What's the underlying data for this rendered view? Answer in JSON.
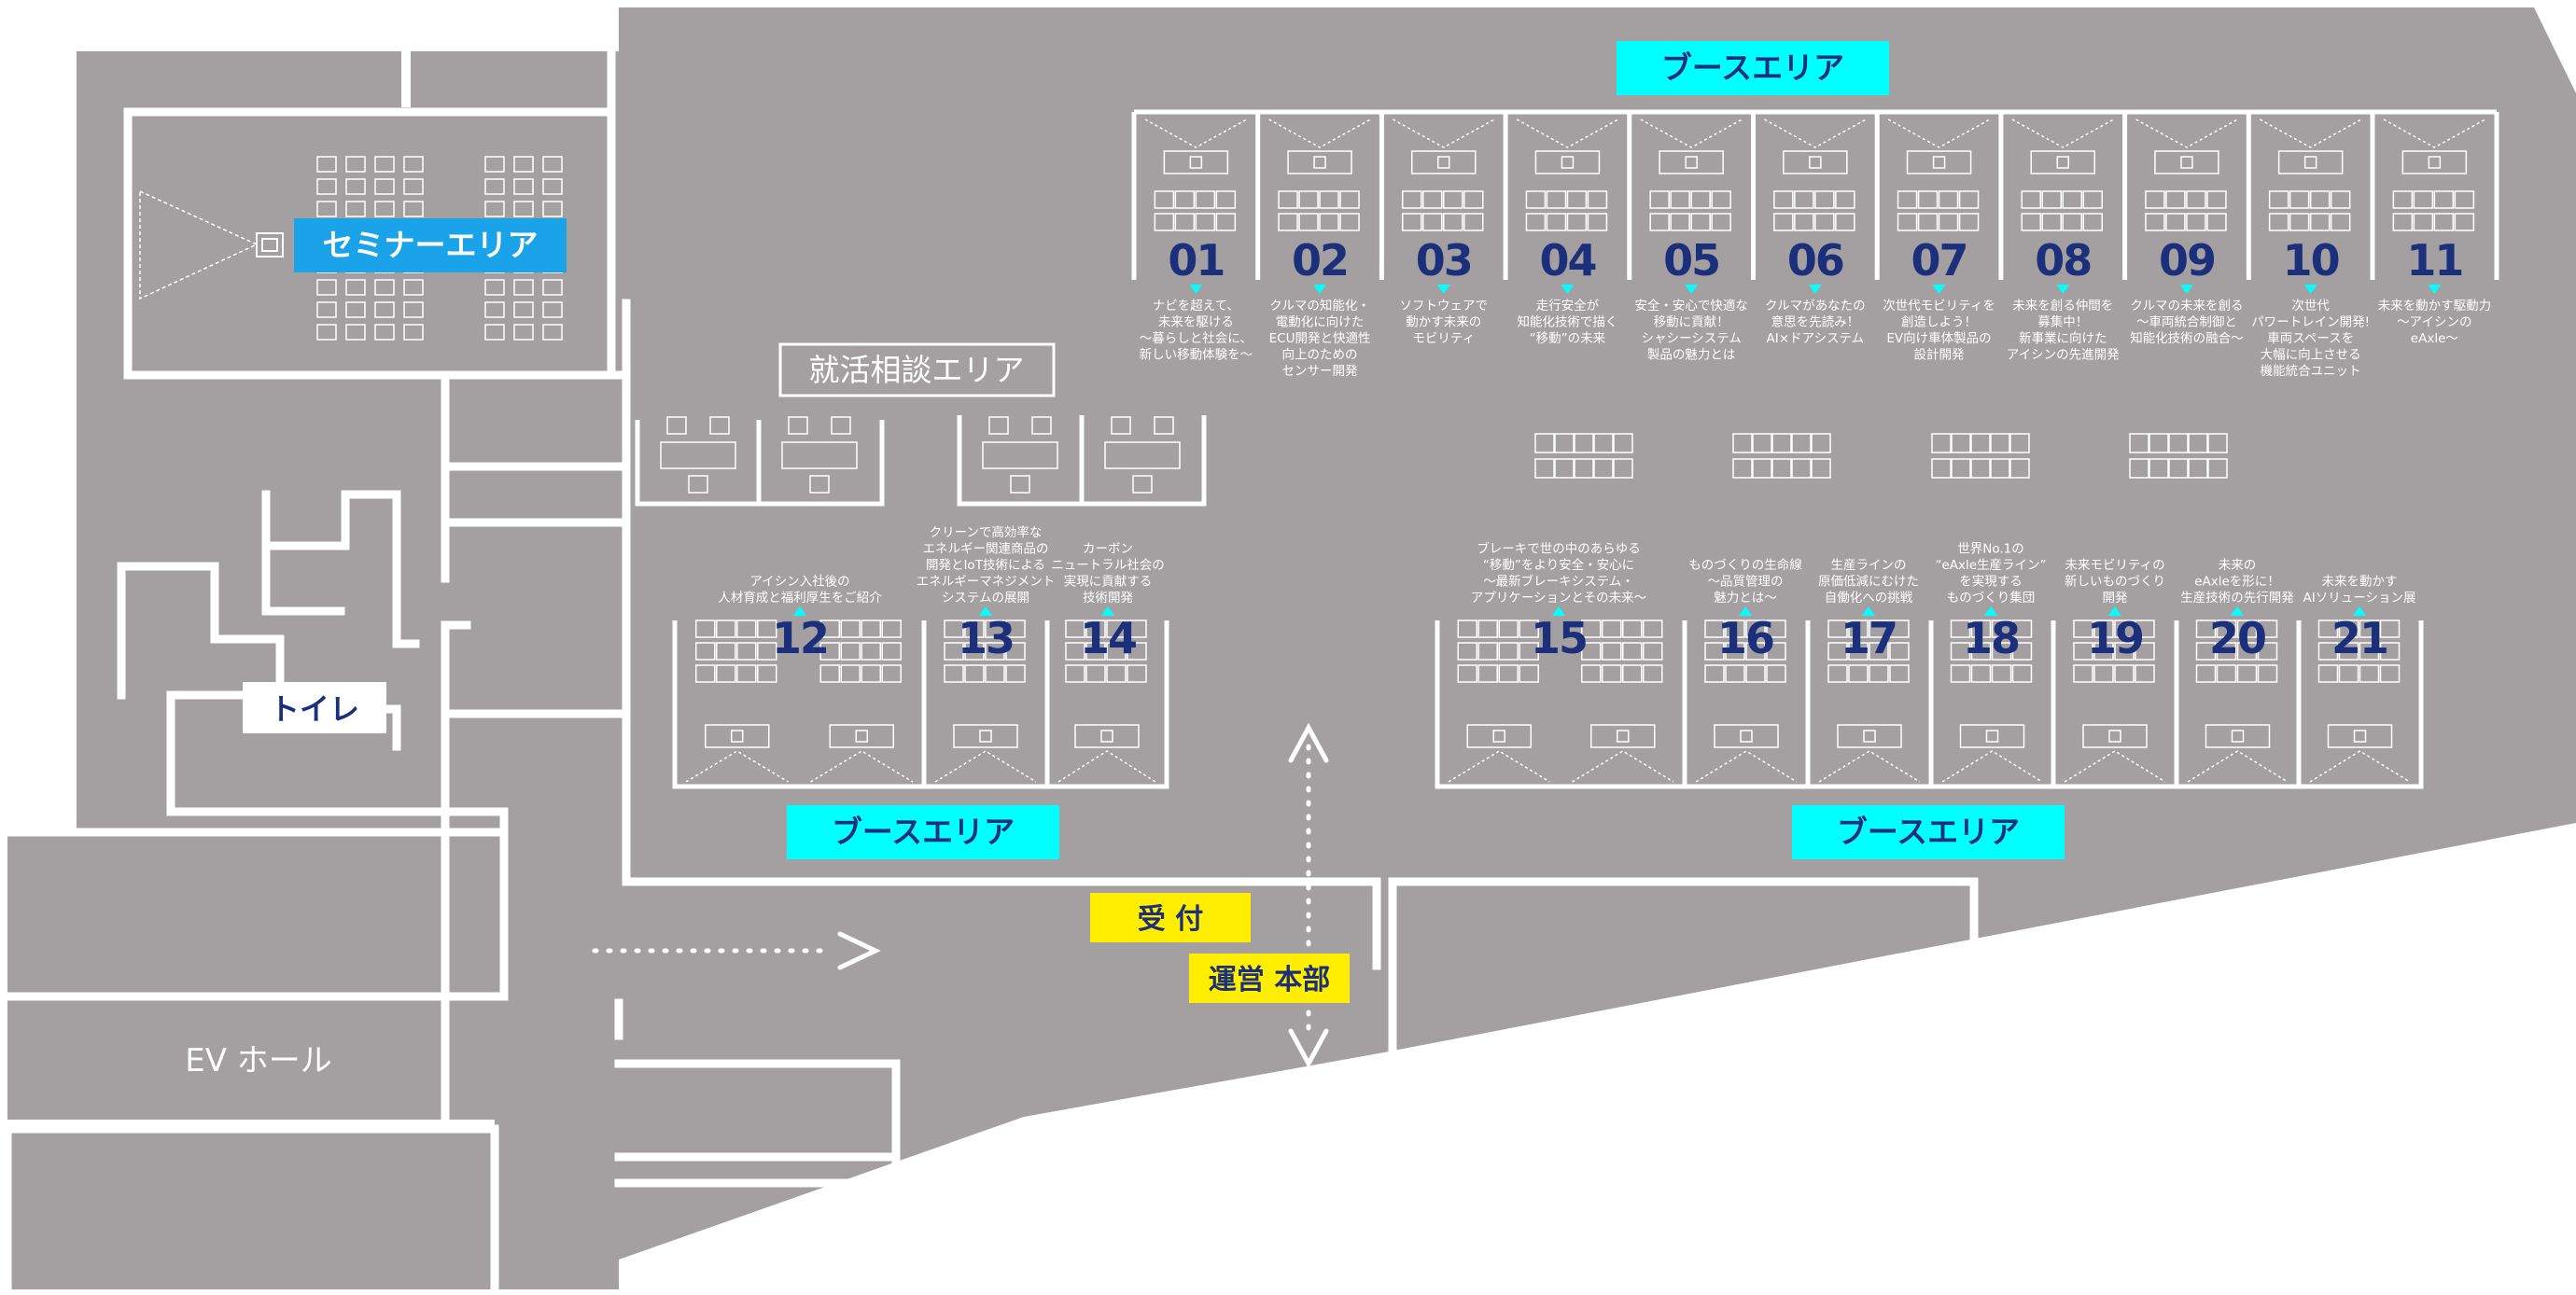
{
  "labels": {
    "booth_area_top": "ブースエリア",
    "booth_area_left": "ブースエリア",
    "booth_area_right": "ブースエリア",
    "seminar_area": "セミナーエリア",
    "consult_area": "就活相談エリア",
    "toilet": "トイレ",
    "reception": "受 付",
    "hq": "運営 本部",
    "ev_hall": "EV ホール"
  },
  "colors": {
    "floor": "#a49fa0",
    "wall": "#ffffff",
    "cyan": "#00ffff",
    "blue": "#1aa3e8",
    "yellow": "#ffee00",
    "navy": "#1b2f7a"
  },
  "booths": [
    {
      "num": "01",
      "desc": [
        "ナビを超えて、",
        "未来を駆ける",
        "～暮らしと社会に、",
        "新しい移動体験を～"
      ]
    },
    {
      "num": "02",
      "desc": [
        "クルマの知能化・",
        "電動化に向けた",
        "ECU開発と快適性",
        "向上のための",
        "センサー開発"
      ]
    },
    {
      "num": "03",
      "desc": [
        "ソフトウェアで",
        "動かす未来の",
        "モビリティ"
      ]
    },
    {
      "num": "04",
      "desc": [
        "走行安全が",
        "知能化技術で描く",
        "“移動”の未来"
      ]
    },
    {
      "num": "05",
      "desc": [
        "安全・安心で快適な",
        "移動に貢献！",
        "シャシーシステム",
        "製品の魅力とは"
      ]
    },
    {
      "num": "06",
      "desc": [
        "クルマがあなたの",
        "意思を先読み！",
        "AI×ドアシステム"
      ]
    },
    {
      "num": "07",
      "desc": [
        "次世代モビリティを",
        "創造しよう！",
        "EV向け車体製品の",
        "設計開発"
      ]
    },
    {
      "num": "08",
      "desc": [
        "未来を創る仲間を",
        "募集中！",
        "新事業に向けた",
        "アイシンの先進開発"
      ]
    },
    {
      "num": "09",
      "desc": [
        "クルマの未来を創る",
        "～車両統合制御と",
        "知能化技術の融合～"
      ]
    },
    {
      "num": "10",
      "desc": [
        "次世代",
        "パワートレイン開発!",
        "車両スペースを",
        "大幅に向上させる",
        "機能統合ユニット"
      ]
    },
    {
      "num": "11",
      "desc": [
        "未来を動かす駆動力",
        "～アイシンの",
        "eAxle～"
      ]
    },
    {
      "num": "12",
      "desc": [
        "アイシン入社後の",
        "人材育成と福利厚生をご紹介"
      ]
    },
    {
      "num": "13",
      "desc": [
        "クリーンで高効率な",
        "エネルギー関連商品の",
        "開発とIoT技術による",
        "エネルギーマネジメント",
        "システムの展開"
      ]
    },
    {
      "num": "14",
      "desc": [
        "カーボン",
        "ニュートラル社会の",
        "実現に貢献する",
        "技術開発"
      ]
    },
    {
      "num": "15",
      "desc": [
        "ブレーキで世の中のあらゆる",
        "“移動”をより安全・安心に",
        "～最新ブレーキシステム・",
        "アプリケーションとその未来～"
      ]
    },
    {
      "num": "16",
      "desc": [
        "ものづくりの生命線",
        "～品質管理の",
        "魅力とは～"
      ]
    },
    {
      "num": "17",
      "desc": [
        "生産ラインの",
        "原価低減にむけた",
        "自働化への挑戦"
      ]
    },
    {
      "num": "18",
      "desc": [
        "世界No.1の",
        "“eAxle生産ライン”",
        "を実現する",
        "ものづくり集団"
      ]
    },
    {
      "num": "19",
      "desc": [
        "未来モビリティの",
        "新しいものづくり",
        "開発"
      ]
    },
    {
      "num": "20",
      "desc": [
        "未来の",
        "eAxleを形に！",
        "生産技術の先行開発"
      ]
    },
    {
      "num": "21",
      "desc": [
        "未来を動かす",
        "AIソリューション展"
      ]
    }
  ]
}
